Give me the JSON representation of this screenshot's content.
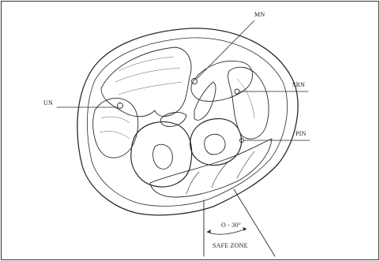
{
  "labels": {
    "mn": "MN",
    "srn": "SRN",
    "un": "UN",
    "pin": "PIN",
    "angle": "O - 30°",
    "safe_zone": "SAFE ZONE"
  },
  "colors": {
    "ink": "#2a2a2a",
    "paper": "#ffffff",
    "tissue": "#f4f4f4",
    "muscle": "#e9e9e9"
  }
}
